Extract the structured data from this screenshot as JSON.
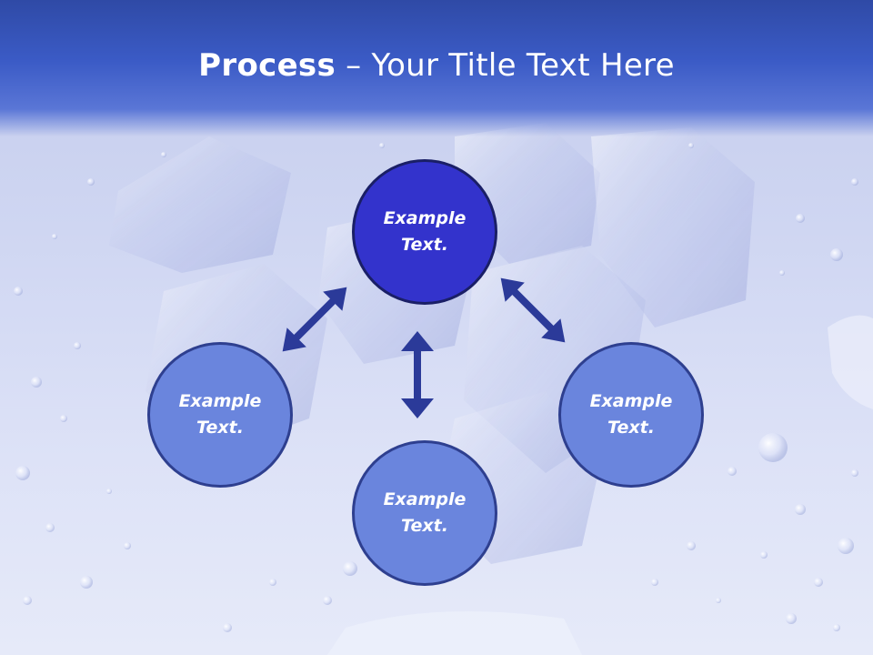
{
  "slide": {
    "title_bold": "Process",
    "title_rest": " – Your Title Text Here"
  },
  "diagram": {
    "center": {
      "line1": "Example",
      "line2": "Text."
    },
    "nodes": [
      {
        "line1": "Example",
        "line2": "Text."
      },
      {
        "line1": "Example",
        "line2": "Text."
      },
      {
        "line1": "Example",
        "line2": "Text."
      }
    ]
  },
  "colors": {
    "header": "#3b5bc6",
    "center_fill": "#3333cc",
    "outer_fill": "#6a85dd",
    "arrow": "#2b3a99"
  }
}
